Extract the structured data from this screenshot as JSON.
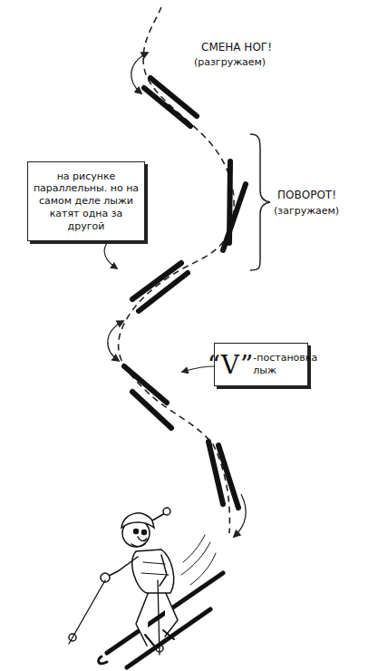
{
  "diagram": {
    "nodes": [
      {
        "text": [
          "на рисунке параллельны. но на самом деле лыжи катят одна за другой"
        ]
      },
      {
        "text": [
          "“V”",
          "-постановка лыж"
        ]
      }
    ],
    "labels": [
      "СМЕНА НОГ!",
      "(разгружаем)",
      "ПОВОРОТ!",
      "(загружаем)"
    ]
  }
}
